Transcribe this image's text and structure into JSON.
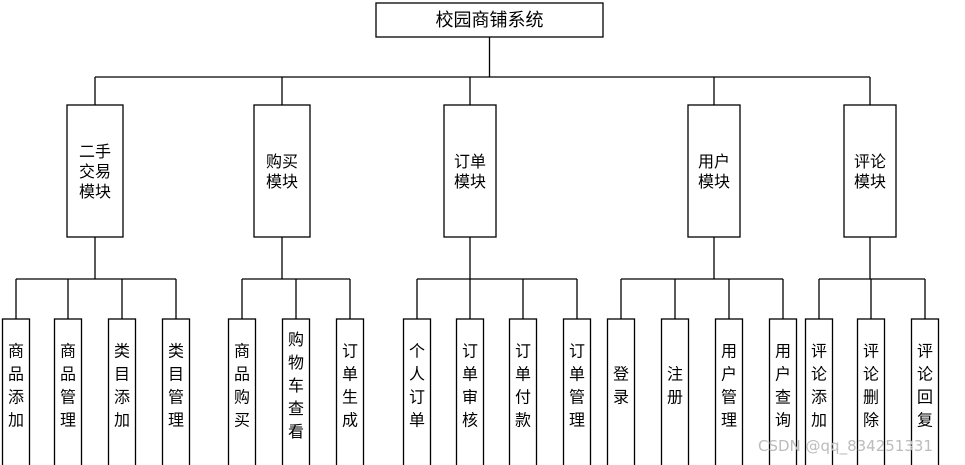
{
  "root": {
    "label": "校园商铺系统"
  },
  "modules": [
    {
      "lines": [
        "二手",
        "交易",
        "模块"
      ],
      "children": [
        "商品添加",
        "商品管理",
        "类目添加",
        "类目管理"
      ]
    },
    {
      "lines": [
        "购买",
        "模块"
      ],
      "children": [
        "商品购买",
        "购物车查看",
        "订单生成"
      ]
    },
    {
      "lines": [
        "订单",
        "模块"
      ],
      "children": [
        "个人订单",
        "订单审核",
        "订单付款",
        "订单管理"
      ]
    },
    {
      "lines": [
        "用户",
        "模块"
      ],
      "children": [
        "登录",
        "注册",
        "用户管理",
        "用户查询"
      ]
    },
    {
      "lines": [
        "评论",
        "模块"
      ],
      "children": [
        "评论添加",
        "评论删除",
        "评论回复"
      ]
    }
  ],
  "watermark": "CSDN @qq_834251331"
}
